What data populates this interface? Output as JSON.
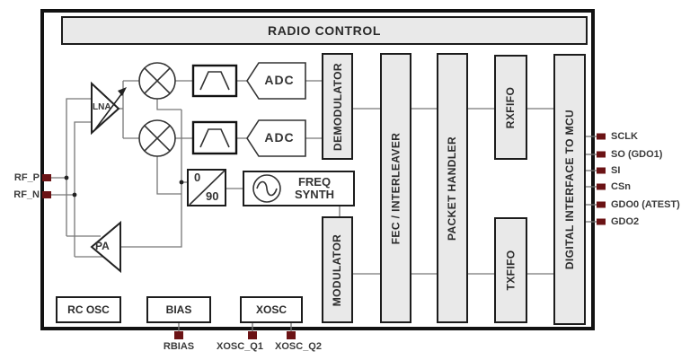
{
  "figure": {
    "type": "rf-transceiver-block-diagram",
    "blocks": {
      "radio_control": "RADIO CONTROL",
      "demodulator": "DEMODULATOR",
      "modulator": "MODULATOR",
      "fec_interleaver": "FEC / INTERLEAVER",
      "packet_handler": "PACKET HANDLER",
      "rxfifo": "RXFIFO",
      "txfifo": "TXFIFO",
      "digital_interface": "DIGITAL INTERFACE TO MCU",
      "freq_synth": "FREQ SYNTH",
      "rc_osc": "RC OSC",
      "bias": "BIAS",
      "xosc": "XOSC",
      "lna": "LNA",
      "pa": "PA",
      "adc_i": "ADC",
      "adc_q": "ADC",
      "phase_0": "0",
      "phase_90": "90"
    },
    "pins": {
      "left": [
        "RF_P",
        "RF_N"
      ],
      "right": [
        "SCLK",
        "SO (GDO1)",
        "SI",
        "CSn",
        "GDO0 (ATEST)",
        "GDO2"
      ],
      "bottom": [
        "RBIAS",
        "XOSC_Q1",
        "XOSC_Q2"
      ]
    },
    "colors": {
      "pin_square": "#6b1315",
      "block_fill": "#e9e9e9",
      "wire": "#777777",
      "outline": "#1a1a1a"
    }
  }
}
